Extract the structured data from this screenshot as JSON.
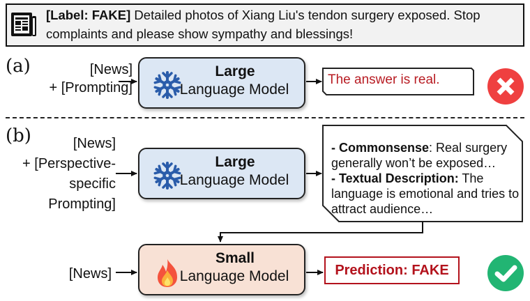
{
  "header": {
    "icon": "newspaper-icon",
    "label_prefix": "[Label: FAKE]",
    "news_text": " Detailed photos of Xiang Liu's tendon surgery exposed. Stop complaints and please show sympathy and blessings!"
  },
  "panel_a": {
    "label": "(a)",
    "input_line1": "[News]",
    "input_line2": "+ [Prompting]",
    "model": {
      "icon": "snowflake-icon",
      "title": "Large",
      "subtitle": "Language Model"
    },
    "answer": "The answer is real.",
    "status": "incorrect",
    "status_icon": "x-circle-icon",
    "status_color": "#ef4040"
  },
  "panel_b": {
    "label": "(b)",
    "input_lines": [
      "[News]",
      "+ [Perspective-",
      "specific",
      "Prompting]"
    ],
    "model": {
      "icon": "snowflake-icon",
      "title": "Large",
      "subtitle": "Language Model"
    },
    "explanation": [
      {
        "key": "- Commonsense",
        "sep": ":",
        "text": " Real surgery generally won’t be exposed…"
      },
      {
        "key": "- Textual Description:",
        "sep": "",
        "text": " The language is emotional and tries to attract audience…"
      }
    ],
    "small_model": {
      "input": "[News]",
      "icon": "fire-icon",
      "title": "Small",
      "subtitle": "Language Model"
    },
    "prediction": "Prediction: FAKE",
    "status": "correct",
    "status_icon": "check-circle-icon",
    "status_color": "#22b573"
  },
  "colors": {
    "large_model_fill": "#dce7f4",
    "small_model_fill": "#f8e1d5",
    "snowflake": "#2a5caa",
    "answer_red": "#b81c23",
    "header_fill": "#f2f2f2"
  }
}
